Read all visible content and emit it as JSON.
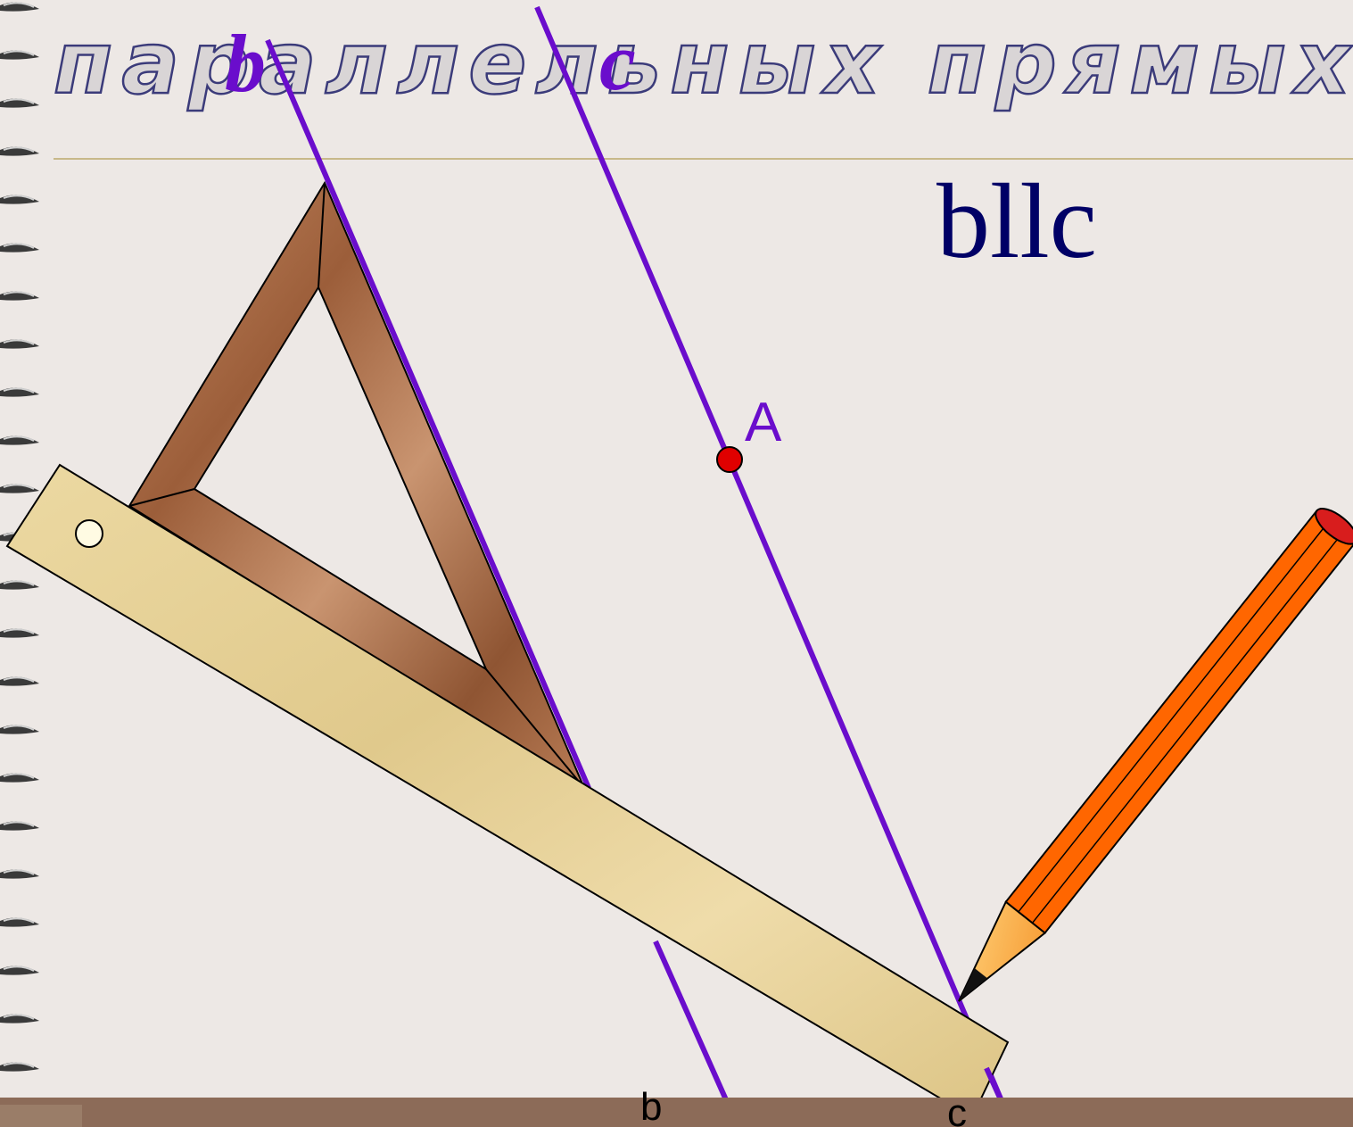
{
  "slide": {
    "title": "параллельных прямых",
    "notation": "bllc"
  },
  "labels": {
    "line_b_top": "b",
    "line_c_top": "c",
    "point_a": "A",
    "line_b_bottom": "b",
    "line_c_bottom": "c"
  },
  "colors": {
    "background": "#ede8e5",
    "line": "#6a0dcc",
    "point": "#e00000",
    "notation": "#000066",
    "footer": "#8c6b58",
    "pencil": "#ff6600",
    "ruler": "#e8d39a",
    "triangle": "#a86a45"
  },
  "icons": [
    "ruler-icon",
    "set-square-icon",
    "pencil-icon",
    "spiral-binding-icon"
  ]
}
